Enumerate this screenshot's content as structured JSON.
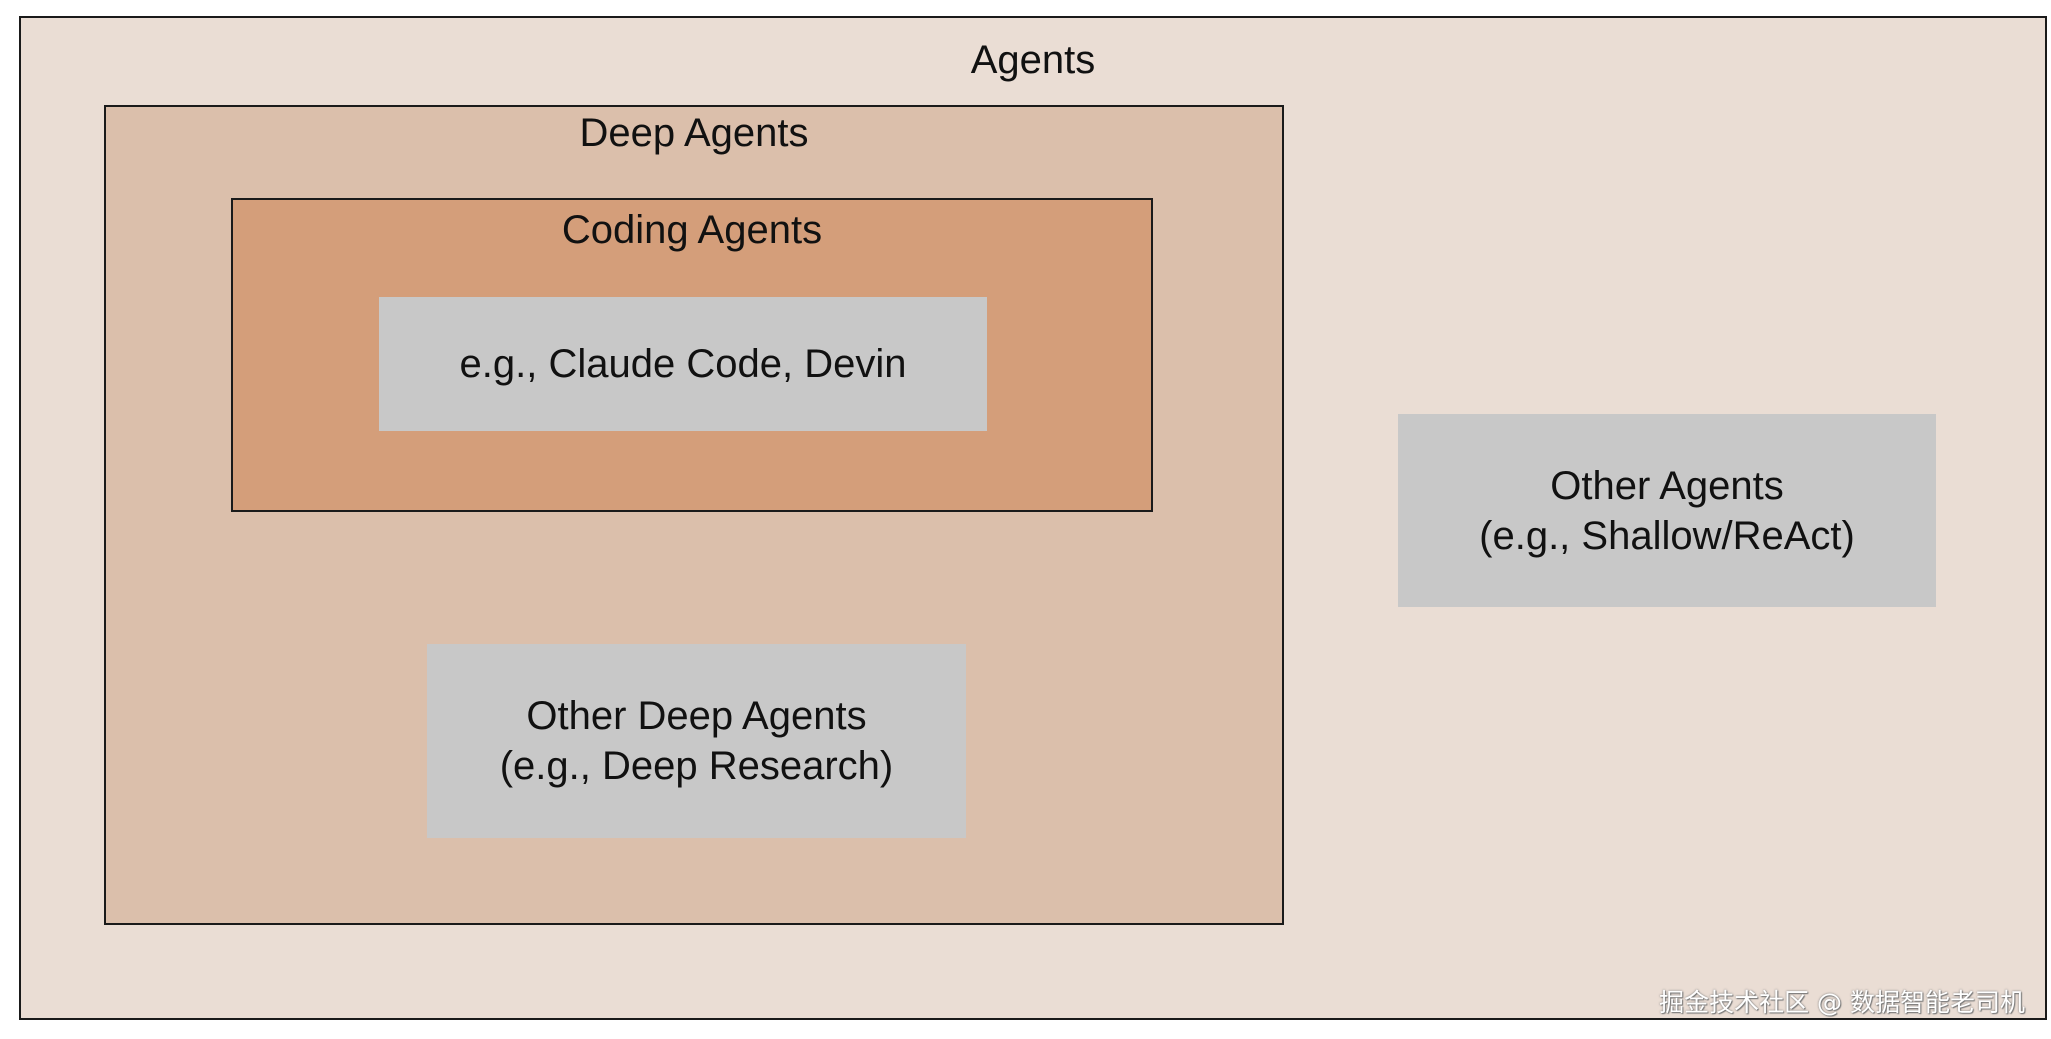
{
  "diagram": {
    "outer_title": "Agents",
    "deep_title": "Deep Agents",
    "coding_title": "Coding Agents",
    "coding_example": "e.g., Claude Code, Devin",
    "other_deep": "Other Deep Agents\n(e.g., Deep Research)",
    "other_agents": "Other Agents\n(e.g., Shallow/ReAct)"
  },
  "watermark": "掘金技术社区 @ 数据智能老司机",
  "colors": {
    "outer_fill": "#eaddd4",
    "deep_fill": "#dbbfab",
    "coding_fill": "#d49e7a",
    "example_fill": "#c8c8c8",
    "border": "#1a1a1a"
  }
}
